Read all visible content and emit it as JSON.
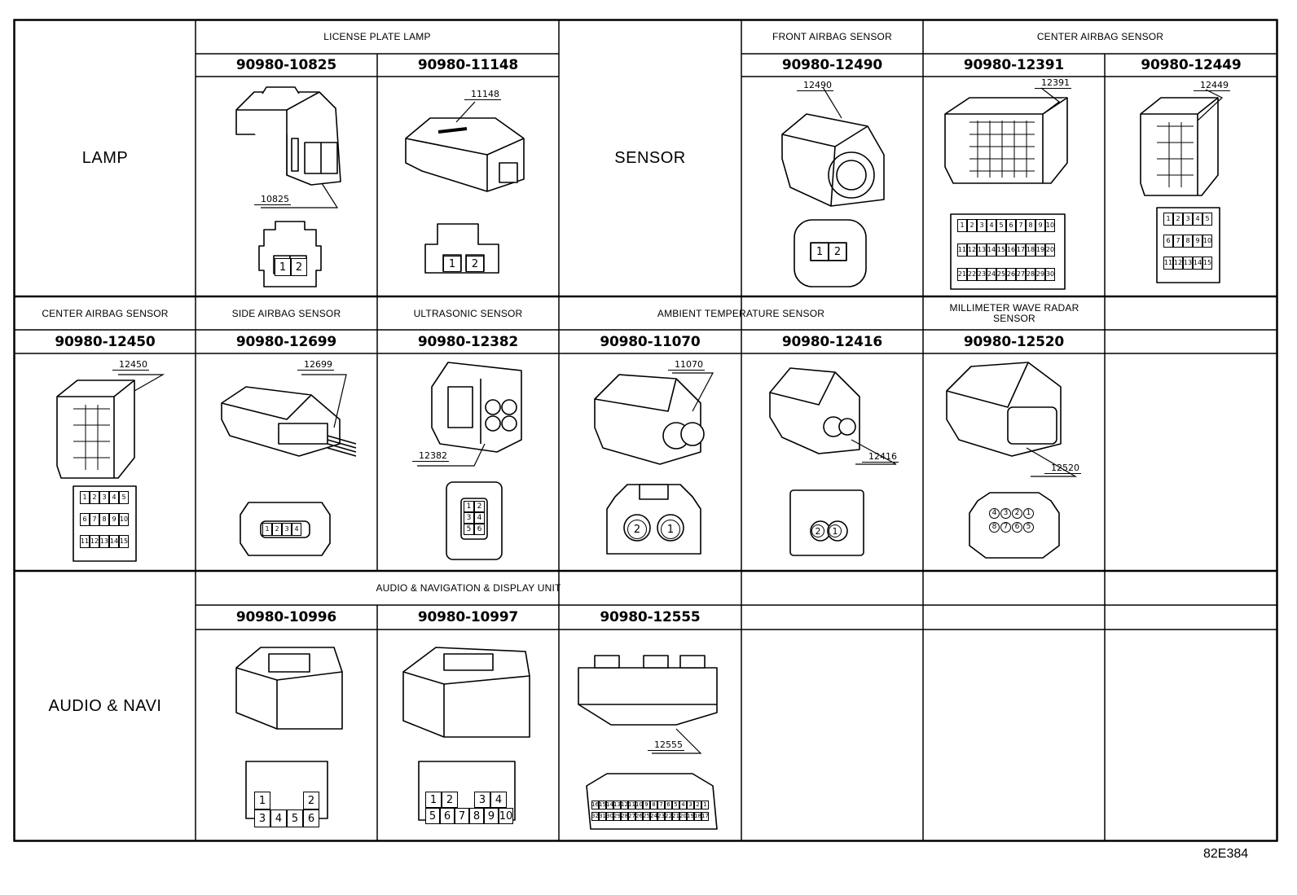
{
  "figure_code": "82E384",
  "categories": {
    "lamp": "LAMP",
    "sensor": "SENSOR",
    "audio_navi": "AUDIO & NAVI"
  },
  "headers": {
    "license_plate_lamp": "LICENSE PLATE LAMP",
    "front_airbag_sensor": "FRONT AIRBAG SENSOR",
    "center_airbag_sensor_top": "CENTER AIRBAG SENSOR",
    "center_airbag_sensor_mid": "CENTER AIRBAG SENSOR",
    "side_airbag_sensor": "SIDE AIRBAG SENSOR",
    "ultrasonic_sensor": "ULTRASONIC SENSOR",
    "ambient_temperature_sensor": "AMBIENT TEMPERATURE SENSOR",
    "millimeter_wave_radar_sensor": "MILLIMETER WAVE RADAR SENSOR",
    "audio_navigation_display": "AUDIO & NAVIGATION & DISPLAY UNIT"
  },
  "connectors": [
    {
      "part": "90980-10825",
      "label": "10825",
      "pins": [
        "1",
        "2"
      ]
    },
    {
      "part": "90980-11148",
      "label": "11148",
      "pins": [
        "1",
        "2"
      ]
    },
    {
      "part": "90980-12490",
      "label": "12490",
      "pins": [
        "1",
        "2"
      ]
    },
    {
      "part": "90980-12391",
      "label": "12391",
      "pins": [
        "1",
        "2",
        "3",
        "4",
        "5",
        "6",
        "7",
        "8",
        "9",
        "10",
        "11",
        "12",
        "13",
        "14",
        "15",
        "16",
        "17",
        "18",
        "19",
        "20",
        "21",
        "22",
        "23",
        "24",
        "25",
        "26",
        "27",
        "28",
        "29",
        "30"
      ]
    },
    {
      "part": "90980-12449",
      "label": "12449",
      "pins": [
        "1",
        "2",
        "3",
        "4",
        "5",
        "6",
        "7",
        "8",
        "9",
        "10",
        "11",
        "12",
        "13",
        "14",
        "15"
      ]
    },
    {
      "part": "90980-12450",
      "label": "12450",
      "pins": [
        "1",
        "2",
        "3",
        "4",
        "5",
        "6",
        "7",
        "8",
        "9",
        "10",
        "11",
        "12",
        "13",
        "14",
        "15"
      ]
    },
    {
      "part": "90980-12699",
      "label": "12699",
      "pins": [
        "1",
        "2",
        "3",
        "4"
      ]
    },
    {
      "part": "90980-12382",
      "label": "12382",
      "pins": [
        "1",
        "2",
        "3",
        "4",
        "5",
        "6"
      ]
    },
    {
      "part": "90980-11070",
      "label": "11070",
      "pins": [
        "2",
        "1"
      ]
    },
    {
      "part": "90980-12416",
      "label": "12416",
      "pins": [
        "2",
        "1"
      ]
    },
    {
      "part": "90980-12520",
      "label": "12520",
      "pins": [
        "4",
        "3",
        "2",
        "1",
        "8",
        "7",
        "6",
        "5"
      ]
    },
    {
      "part": "90980-10996",
      "label": "",
      "pins": [
        "1",
        "2",
        "3",
        "4",
        "5",
        "6"
      ]
    },
    {
      "part": "90980-10997",
      "label": "",
      "pins": [
        "1",
        "2",
        "3",
        "4",
        "5",
        "6",
        "7",
        "8",
        "9",
        "10"
      ]
    },
    {
      "part": "90980-12555",
      "label": "12555",
      "pins": [
        "16",
        "15",
        "14",
        "13",
        "12",
        "11",
        "10",
        "9",
        "8",
        "7",
        "6",
        "5",
        "4",
        "3",
        "2",
        "1",
        "32",
        "31",
        "30",
        "29",
        "28",
        "27",
        "26",
        "25",
        "24",
        "23",
        "22",
        "21",
        "20",
        "19",
        "18",
        "17"
      ]
    }
  ]
}
